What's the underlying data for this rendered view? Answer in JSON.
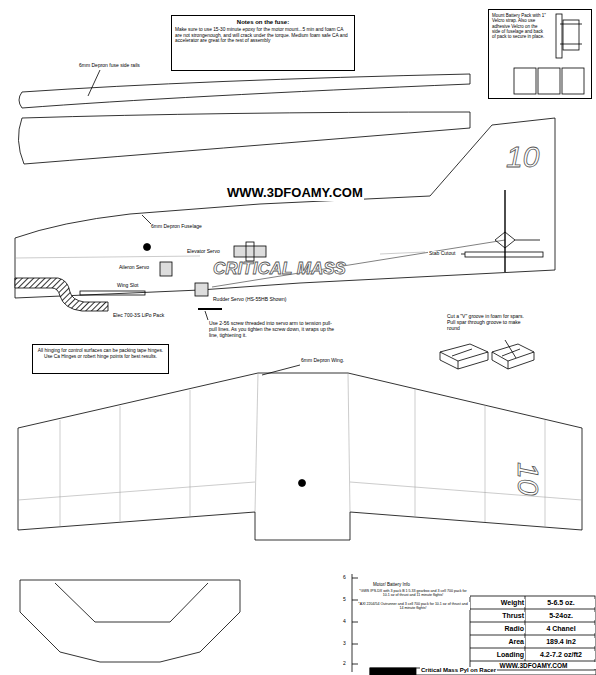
{
  "diagram": {
    "nodes": [
      {
        "text": [
          "Notes on the fuse:",
          "Make sure to use 15-30 minute epoxy for the motor mount...5 min and foam CA are not strongenough, and will crack under the torque. Medium foam safe CA and accelerator are great for the rest of assembly"
        ]
      },
      {
        "text": [
          "Mount Battery Pack with 1\" Velcro strap. Also use adhesive Velcro on the side of fuselage and back of pack to secure in place."
        ]
      },
      {
        "text": [
          "All hinging for control surfaces can be packing tape hinges. Use Ca Hinges or robert hinge points for best results."
        ]
      }
    ],
    "labels": [
      "6mm Depron fuse side rails",
      "WWW.3DFOAMY.COM",
      "10",
      "6mm Depron Fuselage",
      "Elevator Servo",
      "Aileron Servo",
      "Stab Cutout",
      "CRITICAL MASS",
      "Wing Slot",
      "Rudder Servo (HS-55HB Shown)",
      "Elec 700-3S LiPo Pack",
      "Use 2-56 screw threaded into servo arm to tension pull-pull lines. As you tighten the screw down, it wraps up the line, tightening it.",
      "Cut a \"V\" groove in foam for spars. Pull spar through groove to make round",
      "6mm Depron Wing.",
      "10",
      "Motor/ Battery Info",
      "*GWS IPS-DX with 3 pack B 1:5.33 gearbox and 3 cell 700 pack for 10.1 oz of thrust and 11 minute flights!",
      "*AXI 2204/54 Outrunner and 3 cell 700 pack for 10.1 oz of thrust and 14 minute flights!",
      "6",
      "5",
      "4",
      "3",
      "2",
      "Weight",
      "5-6.5 oz.",
      "Thrust",
      "5-24oz.",
      "Radio",
      "4 Chanel",
      "Area",
      "189.4 in2",
      "Loading",
      "4.2-7.2 oz/ft2",
      "WWW.3DFOAMY.COM",
      "Critical Mass Pyl on Racer"
    ]
  }
}
